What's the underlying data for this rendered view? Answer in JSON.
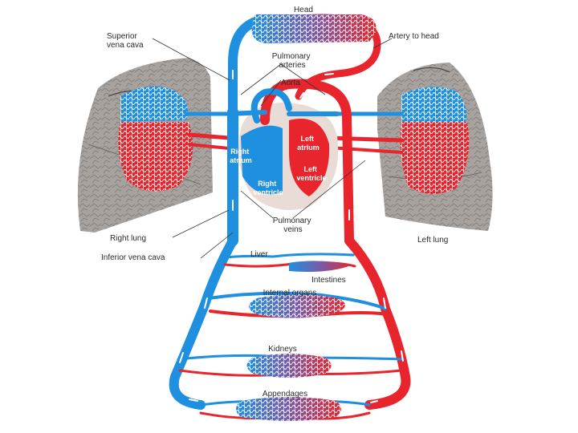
{
  "labels": {
    "head": "Head",
    "superior_vena_cava": [
      "Superior",
      "vena cava"
    ],
    "artery_to_head": "Artery to head",
    "pulmonary_arteries": [
      "Pulmonary",
      "arteries"
    ],
    "aorta": "Aorta",
    "right_atrium": [
      "Right",
      "atrium"
    ],
    "left_atrium": [
      "Left",
      "atrium"
    ],
    "left_ventricle": [
      "Left",
      "ventricle"
    ],
    "right_ventricle": [
      "Right",
      "ventricle"
    ],
    "pulmonary_veins": [
      "Pulmonary",
      "veins"
    ],
    "right_lung": "Right lung",
    "left_lung": "Left lung",
    "inferior_vena_cava": "Inferior vena cava",
    "liver": "Liver",
    "intestines": "Intestines",
    "internal_organs": "Internal organs",
    "kidneys": "Kidneys",
    "appendages": "Appendages"
  },
  "colors": {
    "deoxygenated": "#1f8fe0",
    "oxygenated": "#e8242c",
    "lung_tissue": "#a8a29e",
    "heart_tissue": "#e9dcd6"
  }
}
